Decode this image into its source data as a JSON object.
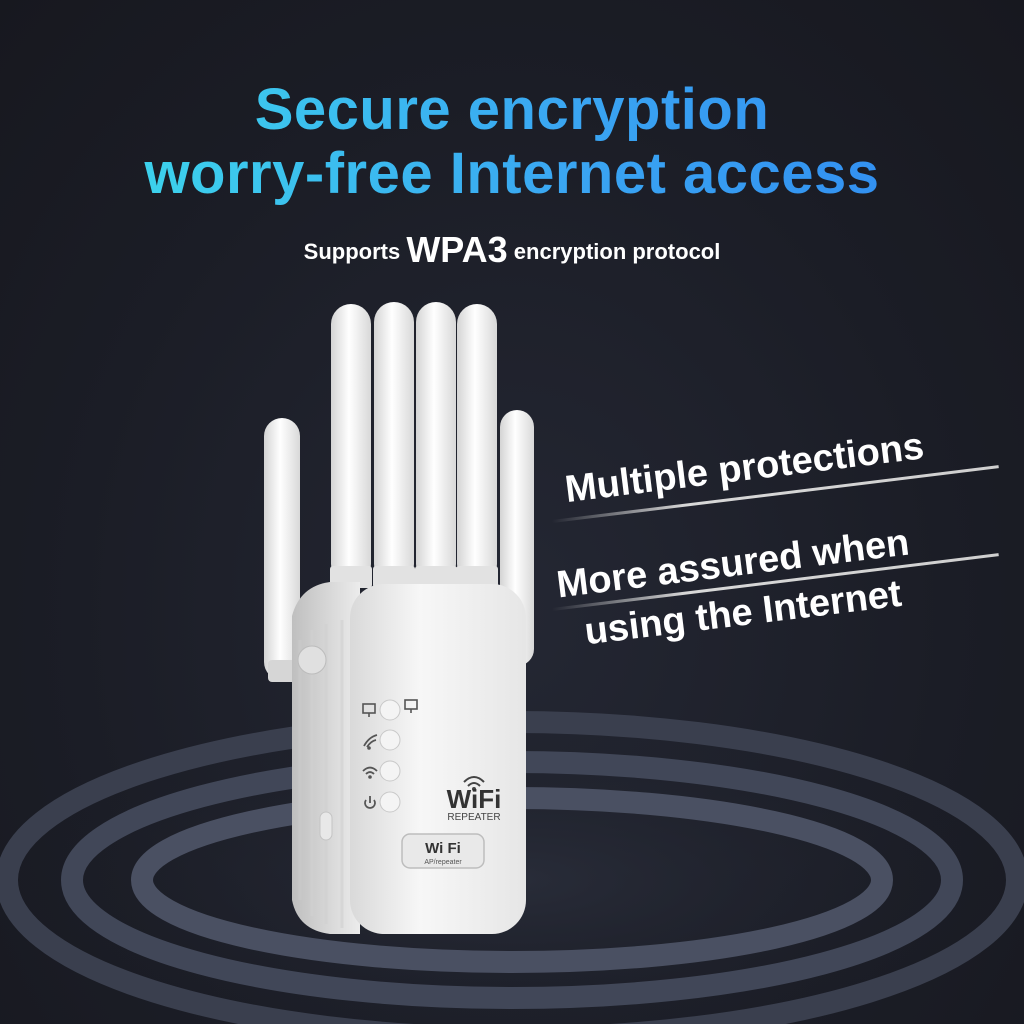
{
  "headline": {
    "line1": "Secure encryption",
    "line2": "worry-free Internet access"
  },
  "subline": {
    "prefix": "Supports",
    "emphasis": "WPA3",
    "suffix": "encryption protocol"
  },
  "callouts": {
    "first": "Multiple protections",
    "second_line1": "More assured when",
    "second_line2": "using the Internet"
  },
  "device": {
    "panel_brand": "WiFi",
    "panel_model": "REPEATER",
    "badge_brand": "Wi Fi",
    "badge_model": "AP/repeater",
    "indicators": [
      "monitor-icon",
      "signal-icon",
      "wifi-icon",
      "power-icon"
    ]
  },
  "colors": {
    "background": "#1c1e27",
    "headline_gradient_start": "#3de0ea",
    "headline_gradient_end": "#2f87f0",
    "device_body": "#f2f2f2"
  }
}
